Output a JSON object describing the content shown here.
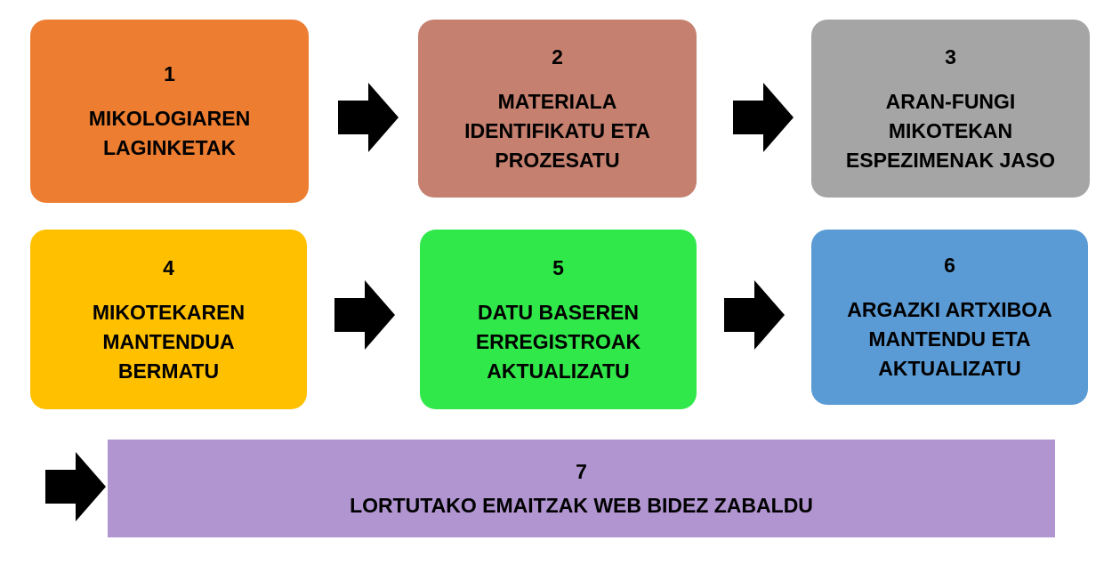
{
  "steps": [
    {
      "number": "1",
      "lines": [
        "MIKOLOGIAREN",
        "LAGINKETAK"
      ],
      "color": "#ED7D31"
    },
    {
      "number": "2",
      "lines": [
        "MATERIALA",
        "IDENTIFIKATU ETA",
        "PROZESATU"
      ],
      "color": "#C5806F"
    },
    {
      "number": "3",
      "lines": [
        "ARAN-FUNGI",
        "MIKOTEKAN",
        "ESPEZIMENAK JASO"
      ],
      "color": "#A5A5A5"
    },
    {
      "number": "4",
      "lines": [
        "MIKOTEKAREN",
        "MANTENDUA",
        "BERMATU"
      ],
      "color": "#FFC000"
    },
    {
      "number": "5",
      "lines": [
        "DATU BASEREN",
        "ERREGISTROAK",
        "AKTUALIZATU"
      ],
      "color": "#31E84A"
    },
    {
      "number": "6",
      "lines": [
        "ARGAZKI ARTXIBOA",
        "MANTENDU ETA",
        "AKTUALIZATU"
      ],
      "color": "#5B9BD5"
    },
    {
      "number": "7",
      "lines": [
        "LORTUTAKO EMAITZAK WEB BIDEZ ZABALDU"
      ],
      "color": "#B195D0"
    }
  ]
}
